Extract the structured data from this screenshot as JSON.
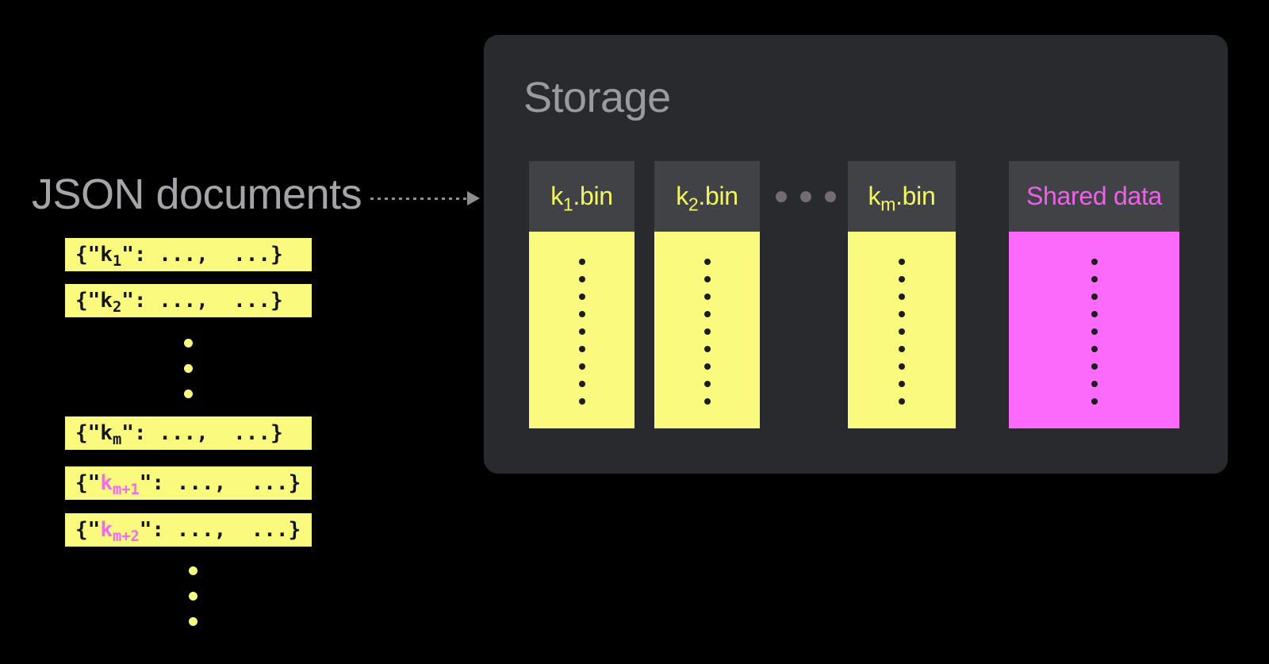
{
  "left": {
    "label": "JSON documents",
    "documents": [
      {
        "text": "{\"k_{1}\": ...,  ...}"
      },
      {
        "text": "{\"k_{2}\": ...,  ...}"
      },
      {
        "text": "{\"k_{m}\": ...,  ...}"
      },
      {
        "text": "{\"[[k_{m+1}]]\": ...,  ...}"
      },
      {
        "text": "{\"[[k_{m+2}]]\": ...,  ...}"
      }
    ]
  },
  "storage": {
    "title": "Storage",
    "bins": [
      {
        "label": "k_{1}.bin",
        "type": "bin"
      },
      {
        "label": "k_{2}.bin",
        "type": "bin"
      },
      {
        "label": "k_{m}.bin",
        "type": "bin"
      },
      {
        "label": "Shared data",
        "type": "shared"
      }
    ]
  },
  "colors": {
    "canvas_bg": "#000000",
    "panel": "#282a2e",
    "header_tile": "#414246",
    "yellow": "#f9fa7e",
    "magenta": "#fb6afb",
    "accent_pink": "#f767f7",
    "header_text_yellow": "#f4f75f",
    "header_text_magenta": "#ef60ea",
    "gray_text": "#a5a4a8",
    "title_gray": "#9b9a9e",
    "arrow_gray": "#8e8e8e",
    "ellipsis_gray": "#716d73"
  }
}
